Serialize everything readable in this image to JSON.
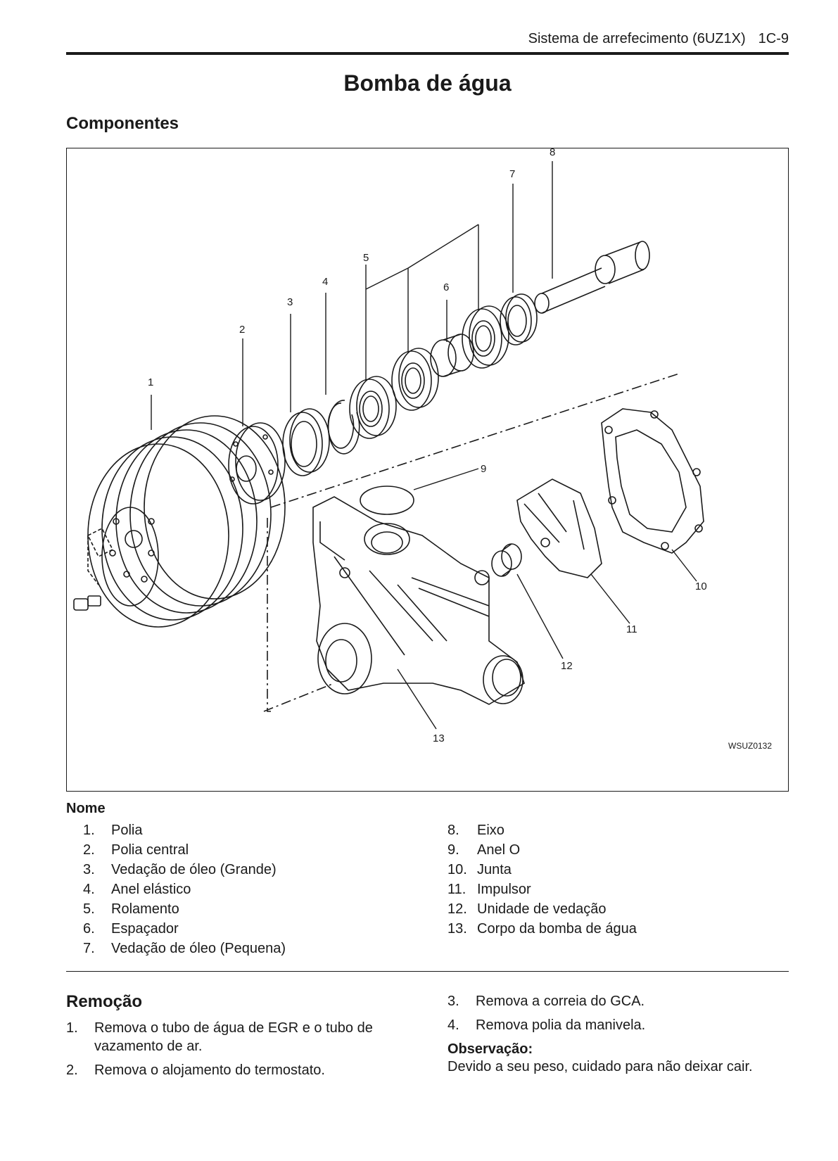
{
  "header": {
    "section": "Sistema de arrefecimento (6UZ1X)",
    "page": "1C-9"
  },
  "title": "Bomba de água",
  "components_heading": "Componentes",
  "figure": {
    "callouts": [
      "1",
      "2",
      "3",
      "4",
      "5",
      "6",
      "7",
      "8",
      "9",
      "10",
      "11",
      "12",
      "13"
    ],
    "code": "WSUZ0132"
  },
  "name_heading": "Nome",
  "parts_left": [
    {
      "num": "1.",
      "label": "Polia"
    },
    {
      "num": "2.",
      "label": "Polia central"
    },
    {
      "num": "3.",
      "label": "Vedação de óleo (Grande)"
    },
    {
      "num": "4.",
      "label": "Anel elástico"
    },
    {
      "num": "5.",
      "label": "Rolamento"
    },
    {
      "num": "6.",
      "label": "Espaçador"
    },
    {
      "num": "7.",
      "label": "Vedação de óleo (Pequena)"
    }
  ],
  "parts_right": [
    {
      "num": "8.",
      "label": "Eixo"
    },
    {
      "num": "9.",
      "label": "Anel O"
    },
    {
      "num": "10.",
      "label": "Junta"
    },
    {
      "num": "11.",
      "label": "Impulsor"
    },
    {
      "num": "12.",
      "label": "Unidade de vedação"
    },
    {
      "num": "13.",
      "label": "Corpo da bomba de água"
    }
  ],
  "removal_heading": "Remoção",
  "removal_left": [
    {
      "num": "1.",
      "text": "Remova o tubo de água de EGR e o tubo de vazamento de ar."
    },
    {
      "num": "2.",
      "text": "Remova o alojamento do termostato."
    }
  ],
  "removal_right": [
    {
      "num": "3.",
      "text": "Remova a correia do GCA."
    },
    {
      "num": "4.",
      "text": "Remova polia da manivela."
    }
  ],
  "note": {
    "heading": "Observação:",
    "text": "Devido a seu peso, cuidado para não deixar cair."
  }
}
